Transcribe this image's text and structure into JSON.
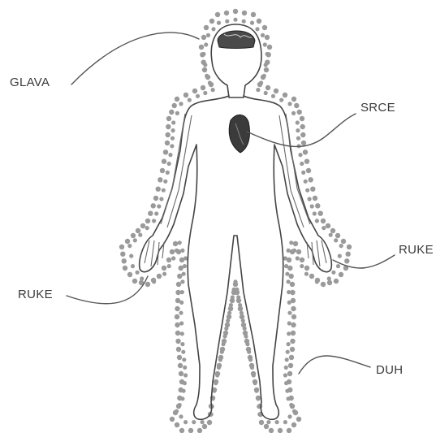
{
  "labels": {
    "head": "GLAVA",
    "heart": "SRCE",
    "hands_right": "RUKE",
    "hands_left": "RUKE",
    "spirit": "DUH"
  },
  "colors": {
    "aura_dot": "#9a9a9a",
    "outline": "#444444",
    "leader": "#555555",
    "label_text": "#3a3a3a",
    "organ_dark": "#3b3b3b"
  },
  "icons": {
    "brain": "brain-icon",
    "heart": "heart-icon",
    "skeleton_arm": "arm-bones-icon"
  }
}
